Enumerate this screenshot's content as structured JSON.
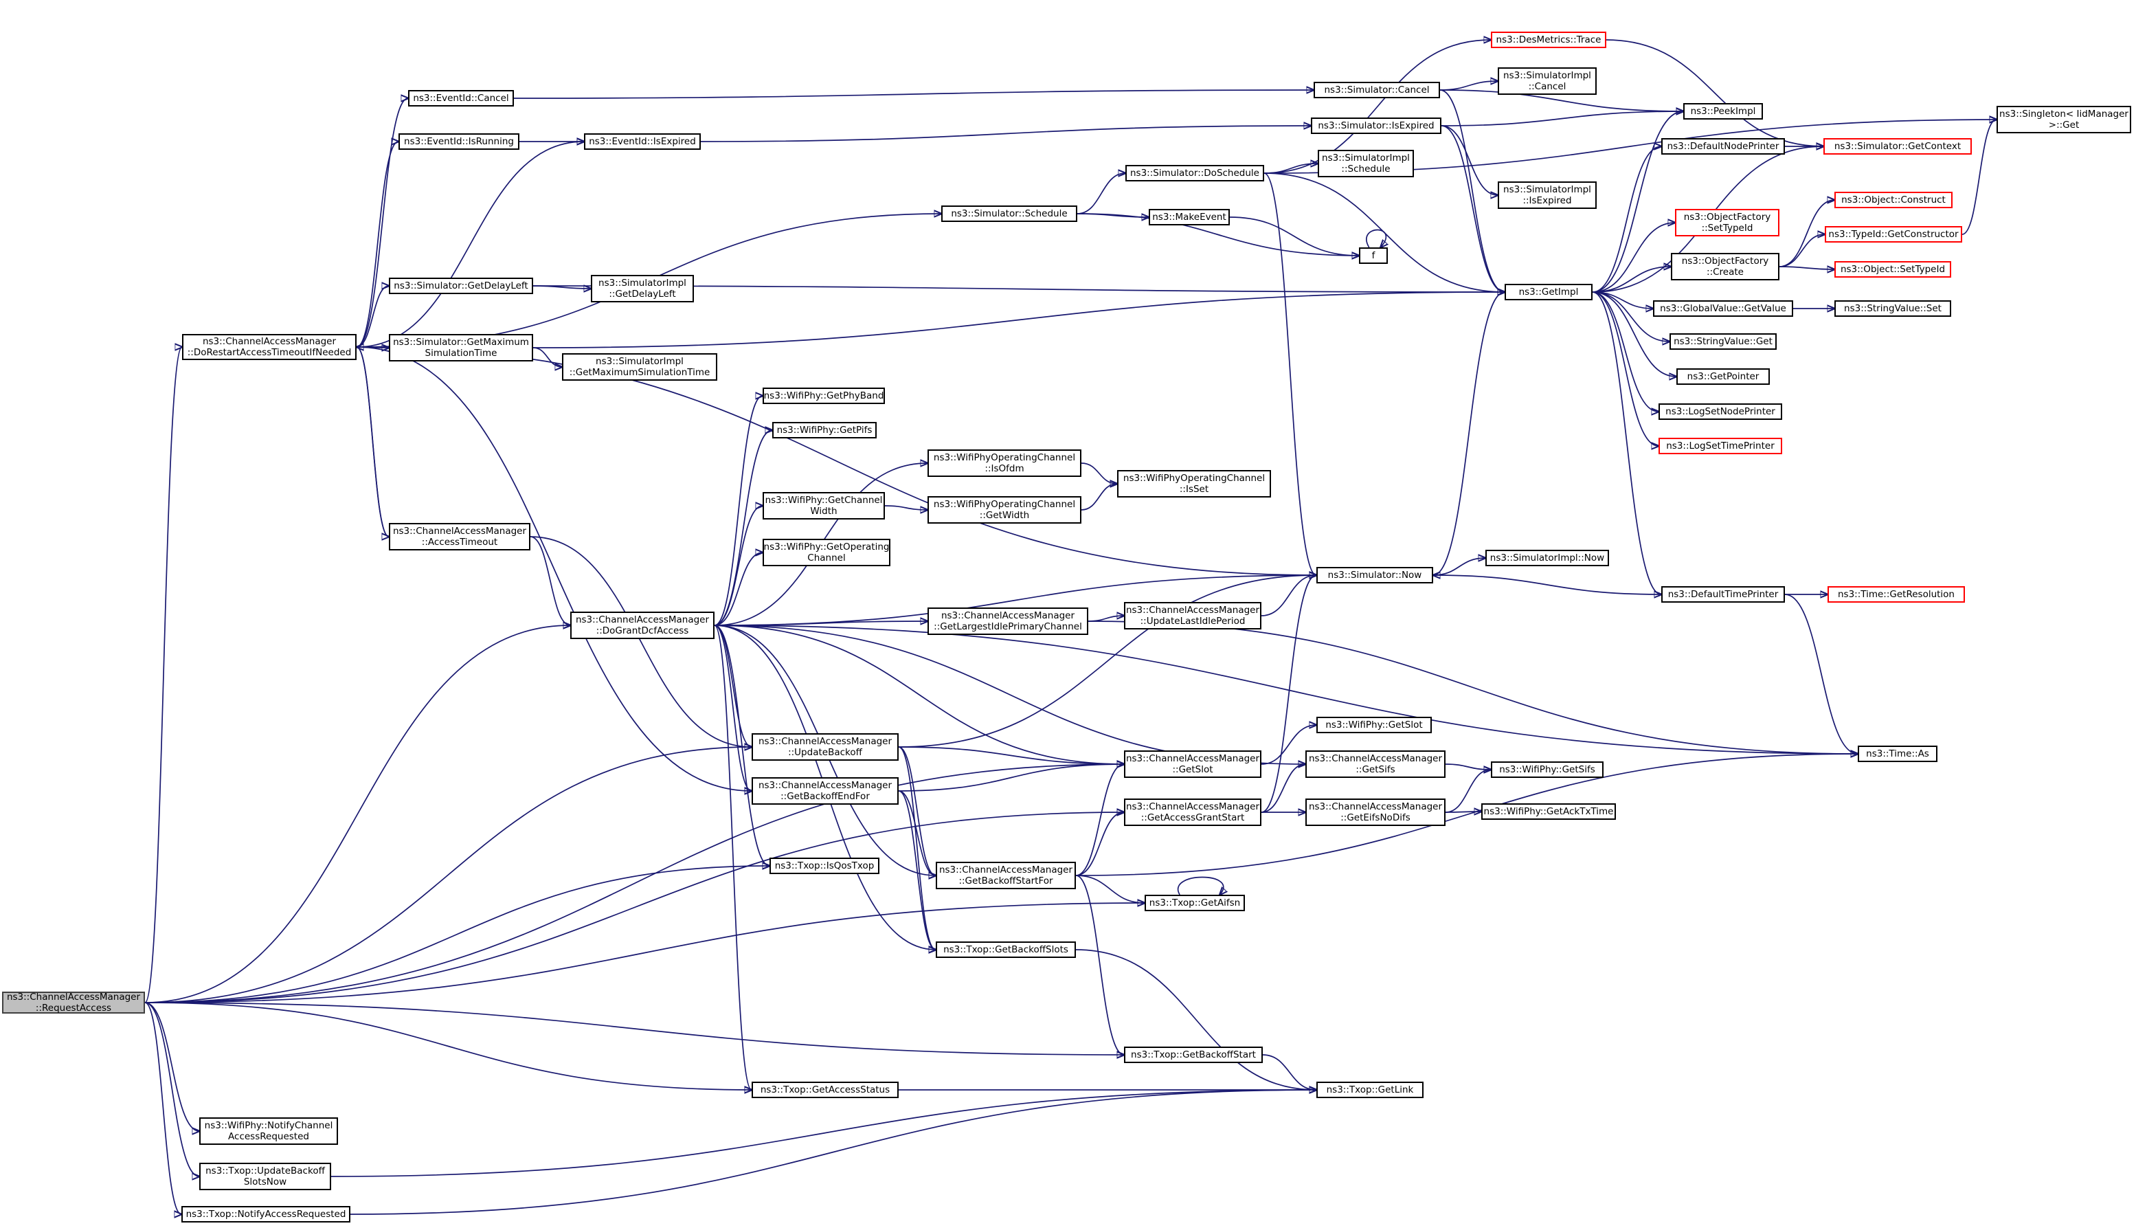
{
  "nodes": [
    {
      "id": "request_access",
      "label": "ns3::ChannelAccessManager\n::RequestAccess",
      "root": true
    },
    {
      "id": "do_restart",
      "label": "ns3::ChannelAccessManager\n::DoRestartAccessTimeoutIfNeeded"
    },
    {
      "id": "eventid_cancel",
      "label": "ns3::EventId::Cancel"
    },
    {
      "id": "eventid_isrunning",
      "label": "ns3::EventId::IsRunning"
    },
    {
      "id": "eventid_isexpired",
      "label": "ns3::EventId::IsExpired"
    },
    {
      "id": "sim_getdelayleft",
      "label": "ns3::Simulator::GetDelayLeft"
    },
    {
      "id": "simimpl_getdelayleft",
      "label": "ns3::SimulatorImpl\n::GetDelayLeft"
    },
    {
      "id": "sim_getmaxsimtime",
      "label": "ns3::Simulator::GetMaximum\nSimulationTime"
    },
    {
      "id": "simimpl_getmaxsimtime",
      "label": "ns3::SimulatorImpl\n::GetMaximumSimulationTime"
    },
    {
      "id": "sim_schedule",
      "label": "ns3::Simulator::Schedule"
    },
    {
      "id": "makeevent",
      "label": "ns3::MakeEvent"
    },
    {
      "id": "f",
      "label": "f"
    },
    {
      "id": "sim_doschedule",
      "label": "ns3::Simulator::DoSchedule"
    },
    {
      "id": "simimpl_schedule",
      "label": "ns3::SimulatorImpl\n::Schedule"
    },
    {
      "id": "sim_cancel",
      "label": "ns3::Simulator::Cancel"
    },
    {
      "id": "simimpl_cancel",
      "label": "ns3::SimulatorImpl\n::Cancel"
    },
    {
      "id": "sim_isexpired",
      "label": "ns3::Simulator::IsExpired"
    },
    {
      "id": "simimpl_isexpired",
      "label": "ns3::SimulatorImpl\n::IsExpired"
    },
    {
      "id": "desmetrics_trace",
      "label": "ns3::DesMetrics::Trace",
      "red": true
    },
    {
      "id": "peekimpl",
      "label": "ns3::PeekImpl"
    },
    {
      "id": "singleton_get",
      "label": "ns3::Singleton< IidManager\n>::Get"
    },
    {
      "id": "defaultnodeprinter",
      "label": "ns3::DefaultNodePrinter"
    },
    {
      "id": "sim_getcontext",
      "label": "ns3::Simulator::GetContext",
      "red": true
    },
    {
      "id": "getimpl",
      "label": "ns3::GetImpl"
    },
    {
      "id": "objfactory_settypeid",
      "label": "ns3::ObjectFactory\n::SetTypeId",
      "red": true
    },
    {
      "id": "objfactory_create",
      "label": "ns3::ObjectFactory\n::Create"
    },
    {
      "id": "object_construct",
      "label": "ns3::Object::Construct",
      "red": true
    },
    {
      "id": "typeid_getconstructor",
      "label": "ns3::TypeId::GetConstructor",
      "red": true
    },
    {
      "id": "object_settypeid",
      "label": "ns3::Object::SetTypeId",
      "red": true
    },
    {
      "id": "globalvalue_getvalue",
      "label": "ns3::GlobalValue::GetValue"
    },
    {
      "id": "stringvalue_set",
      "label": "ns3::StringValue::Set"
    },
    {
      "id": "stringvalue_get",
      "label": "ns3::StringValue::Get"
    },
    {
      "id": "getpointer",
      "label": "ns3::GetPointer"
    },
    {
      "id": "logsetnodeprinter",
      "label": "ns3::LogSetNodePrinter"
    },
    {
      "id": "logsettimeprinter",
      "label": "ns3::LogSetTimePrinter",
      "red": true
    },
    {
      "id": "access_timeout",
      "label": "ns3::ChannelAccessManager\n::AccessTimeout"
    },
    {
      "id": "do_grant_dcf",
      "label": "ns3::ChannelAccessManager\n::DoGrantDcfAccess"
    },
    {
      "id": "wifiphy_getphyband",
      "label": "ns3::WifiPhy::GetPhyBand"
    },
    {
      "id": "wifiphy_getpifs",
      "label": "ns3::WifiPhy::GetPifs"
    },
    {
      "id": "opch_isofdm",
      "label": "ns3::WifiPhyOperatingChannel\n::IsOfdm"
    },
    {
      "id": "opch_isset",
      "label": "ns3::WifiPhyOperatingChannel\n::IsSet"
    },
    {
      "id": "wifiphy_getchannelwidth",
      "label": "ns3::WifiPhy::GetChannel\nWidth"
    },
    {
      "id": "opch_getwidth",
      "label": "ns3::WifiPhyOperatingChannel\n::GetWidth"
    },
    {
      "id": "wifiphy_getopchannel",
      "label": "ns3::WifiPhy::GetOperating\nChannel"
    },
    {
      "id": "sim_now",
      "label": "ns3::Simulator::Now"
    },
    {
      "id": "simimpl_now",
      "label": "ns3::SimulatorImpl::Now"
    },
    {
      "id": "defaulttimeprinter",
      "label": "ns3::DefaultTimePrinter"
    },
    {
      "id": "time_getresolution",
      "label": "ns3::Time::GetResolution",
      "red": true
    },
    {
      "id": "get_largest_idle",
      "label": "ns3::ChannelAccessManager\n::GetLargestIdlePrimaryChannel"
    },
    {
      "id": "update_last_idle",
      "label": "ns3::ChannelAccessManager\n::UpdateLastIdlePeriod"
    },
    {
      "id": "update_backoff",
      "label": "ns3::ChannelAccessManager\n::UpdateBackoff"
    },
    {
      "id": "get_slot",
      "label": "ns3::ChannelAccessManager\n::GetSlot"
    },
    {
      "id": "wifiphy_getslot",
      "label": "ns3::WifiPhy::GetSlot"
    },
    {
      "id": "get_sifs",
      "label": "ns3::ChannelAccessManager\n::GetSifs"
    },
    {
      "id": "wifiphy_getsifs",
      "label": "ns3::WifiPhy::GetSifs"
    },
    {
      "id": "time_as",
      "label": "ns3::Time::As"
    },
    {
      "id": "get_backoff_end_for",
      "label": "ns3::ChannelAccessManager\n::GetBackoffEndFor"
    },
    {
      "id": "get_access_grant_start",
      "label": "ns3::ChannelAccessManager\n::GetAccessGrantStart"
    },
    {
      "id": "get_eifs_nodifs",
      "label": "ns3::ChannelAccessManager\n::GetEifsNoDifs"
    },
    {
      "id": "wifiphy_getacktxtime",
      "label": "ns3::WifiPhy::GetAckTxTime"
    },
    {
      "id": "txop_isqostxop",
      "label": "ns3::Txop::IsQosTxop"
    },
    {
      "id": "get_backoff_start_for",
      "label": "ns3::ChannelAccessManager\n::GetBackoffStartFor"
    },
    {
      "id": "txop_getaifsn",
      "label": "ns3::Txop::GetAifsn"
    },
    {
      "id": "txop_getbackoffslots",
      "label": "ns3::Txop::GetBackoffSlots"
    },
    {
      "id": "txop_getbackoffstart",
      "label": "ns3::Txop::GetBackoffStart"
    },
    {
      "id": "txop_getlink",
      "label": "ns3::Txop::GetLink"
    },
    {
      "id": "txop_getaccessstatus",
      "label": "ns3::Txop::GetAccessStatus"
    },
    {
      "id": "wifiphy_notifychannel",
      "label": "ns3::WifiPhy::NotifyChannel\nAccessRequested"
    },
    {
      "id": "txop_updatebackoff",
      "label": "ns3::Txop::UpdateBackoff\nSlotsNow"
    },
    {
      "id": "txop_notifyaccess",
      "label": "ns3::Txop::NotifyAccessRequested"
    }
  ],
  "edges": [
    [
      "request_access",
      "do_restart"
    ],
    [
      "request_access",
      "do_grant_dcf"
    ],
    [
      "request_access",
      "update_backoff"
    ],
    [
      "request_access",
      "get_slot"
    ],
    [
      "request_access",
      "get_access_grant_start"
    ],
    [
      "request_access",
      "txop_isqostxop"
    ],
    [
      "request_access",
      "txop_getaifsn"
    ],
    [
      "request_access",
      "txop_getbackoffstart"
    ],
    [
      "request_access",
      "txop_getaccessstatus"
    ],
    [
      "request_access",
      "wifiphy_notifychannel"
    ],
    [
      "request_access",
      "txop_updatebackoff"
    ],
    [
      "request_access",
      "txop_notifyaccess"
    ],
    [
      "do_restart",
      "eventid_cancel"
    ],
    [
      "do_restart",
      "eventid_isrunning"
    ],
    [
      "do_restart",
      "eventid_isexpired"
    ],
    [
      "do_restart",
      "sim_schedule"
    ],
    [
      "do_restart",
      "sim_getdelayleft"
    ],
    [
      "do_restart",
      "sim_getmaxsimtime"
    ],
    [
      "do_restart",
      "access_timeout"
    ],
    [
      "do_restart",
      "sim_now"
    ],
    [
      "do_restart",
      "get_backoff_end_for"
    ],
    [
      "access_timeout",
      "do_restart"
    ],
    [
      "access_timeout",
      "do_grant_dcf"
    ],
    [
      "access_timeout",
      "update_backoff"
    ],
    [
      "eventid_cancel",
      "sim_cancel"
    ],
    [
      "eventid_isrunning",
      "eventid_isexpired"
    ],
    [
      "eventid_isexpired",
      "sim_isexpired"
    ],
    [
      "sim_getdelayleft",
      "simimpl_getdelayleft"
    ],
    [
      "sim_getdelayleft",
      "getimpl"
    ],
    [
      "sim_getmaxsimtime",
      "simimpl_getmaxsimtime"
    ],
    [
      "sim_getmaxsimtime",
      "getimpl"
    ],
    [
      "sim_schedule",
      "sim_doschedule"
    ],
    [
      "sim_schedule",
      "makeevent"
    ],
    [
      "sim_schedule",
      "f"
    ],
    [
      "makeevent",
      "f"
    ],
    [
      "f",
      "f"
    ],
    [
      "sim_doschedule",
      "desmetrics_trace"
    ],
    [
      "sim_doschedule",
      "simimpl_schedule"
    ],
    [
      "sim_doschedule",
      "getimpl"
    ],
    [
      "sim_doschedule",
      "sim_now"
    ],
    [
      "sim_doschedule",
      "singleton_get"
    ],
    [
      "sim_cancel",
      "simimpl_cancel"
    ],
    [
      "sim_cancel",
      "peekimpl"
    ],
    [
      "sim_cancel",
      "getimpl"
    ],
    [
      "sim_isexpired",
      "simimpl_isexpired"
    ],
    [
      "sim_isexpired",
      "peekimpl"
    ],
    [
      "sim_isexpired",
      "getimpl"
    ],
    [
      "desmetrics_trace",
      "sim_getcontext"
    ],
    [
      "getimpl",
      "peekimpl"
    ],
    [
      "getimpl",
      "defaultnodeprinter"
    ],
    [
      "getimpl",
      "sim_getcontext"
    ],
    [
      "getimpl",
      "objfactory_settypeid"
    ],
    [
      "getimpl",
      "objfactory_create"
    ],
    [
      "getimpl",
      "globalvalue_getvalue"
    ],
    [
      "getimpl",
      "stringvalue_get"
    ],
    [
      "getimpl",
      "getpointer"
    ],
    [
      "getimpl",
      "logsetnodeprinter"
    ],
    [
      "getimpl",
      "logsettimeprinter"
    ],
    [
      "getimpl",
      "defaulttimeprinter"
    ],
    [
      "defaultnodeprinter",
      "sim_getcontext"
    ],
    [
      "objfactory_create",
      "object_construct"
    ],
    [
      "objfactory_create",
      "typeid_getconstructor"
    ],
    [
      "objfactory_create",
      "object_settypeid"
    ],
    [
      "typeid_getconstructor",
      "singleton_get"
    ],
    [
      "globalvalue_getvalue",
      "stringvalue_set"
    ],
    [
      "sim_now",
      "getimpl"
    ],
    [
      "sim_now",
      "simimpl_now"
    ],
    [
      "defaulttimeprinter",
      "sim_now"
    ],
    [
      "defaulttimeprinter",
      "time_getresolution"
    ],
    [
      "defaulttimeprinter",
      "time_as"
    ],
    [
      "do_grant_dcf",
      "wifiphy_getphyband"
    ],
    [
      "do_grant_dcf",
      "wifiphy_getpifs"
    ],
    [
      "do_grant_dcf",
      "opch_isofdm"
    ],
    [
      "do_grant_dcf",
      "wifiphy_getchannelwidth"
    ],
    [
      "do_grant_dcf",
      "wifiphy_getopchannel"
    ],
    [
      "do_grant_dcf",
      "sim_now"
    ],
    [
      "do_grant_dcf",
      "get_largest_idle"
    ],
    [
      "do_grant_dcf",
      "update_backoff"
    ],
    [
      "do_grant_dcf",
      "get_slot"
    ],
    [
      "do_grant_dcf",
      "get_sifs"
    ],
    [
      "do_grant_dcf",
      "get_backoff_end_for"
    ],
    [
      "do_grant_dcf",
      "get_backoff_start_for"
    ],
    [
      "do_grant_dcf",
      "txop_isqostxop"
    ],
    [
      "do_grant_dcf",
      "txop_getbackoffslots"
    ],
    [
      "do_grant_dcf",
      "txop_getaccessstatus"
    ],
    [
      "do_grant_dcf",
      "time_as"
    ],
    [
      "opch_isofdm",
      "opch_isset"
    ],
    [
      "wifiphy_getchannelwidth",
      "opch_getwidth"
    ],
    [
      "opch_getwidth",
      "opch_isset"
    ],
    [
      "get_largest_idle",
      "update_last_idle"
    ],
    [
      "get_largest_idle",
      "time_as"
    ],
    [
      "update_last_idle",
      "sim_now"
    ],
    [
      "update_backoff",
      "sim_now"
    ],
    [
      "update_backoff",
      "get_slot"
    ],
    [
      "update_backoff",
      "get_backoff_start_for"
    ],
    [
      "update_backoff",
      "txop_getbackoffslots"
    ],
    [
      "get_backoff_end_for",
      "get_slot"
    ],
    [
      "get_backoff_end_for",
      "get_backoff_start_for"
    ],
    [
      "get_backoff_end_for",
      "txop_getbackoffslots"
    ],
    [
      "get_slot",
      "wifiphy_getslot"
    ],
    [
      "get_sifs",
      "wifiphy_getsifs"
    ],
    [
      "get_access_grant_start",
      "sim_now"
    ],
    [
      "get_access_grant_start",
      "get_sifs"
    ],
    [
      "get_access_grant_start",
      "get_eifs_nodifs"
    ],
    [
      "get_eifs_nodifs",
      "wifiphy_getsifs"
    ],
    [
      "get_eifs_nodifs",
      "wifiphy_getacktxtime"
    ],
    [
      "get_backoff_start_for",
      "get_slot"
    ],
    [
      "get_backoff_start_for",
      "get_access_grant_start"
    ],
    [
      "get_backoff_start_for",
      "txop_getaifsn"
    ],
    [
      "get_backoff_start_for",
      "txop_getbackoffstart"
    ],
    [
      "get_backoff_start_for",
      "time_as"
    ],
    [
      "txop_getaifsn",
      "txop_getaifsn"
    ],
    [
      "txop_getbackoffslots",
      "txop_getlink"
    ],
    [
      "txop_getbackoffstart",
      "txop_getlink"
    ],
    [
      "txop_getaccessstatus",
      "txop_getlink"
    ],
    [
      "txop_updatebackoff",
      "txop_getlink"
    ],
    [
      "txop_notifyaccess",
      "txop_getlink"
    ]
  ],
  "colors": {
    "edge": "#191970",
    "node_border": "#000000",
    "node_border_red": "#ff0000",
    "root_fill": "#bfbfbf"
  }
}
